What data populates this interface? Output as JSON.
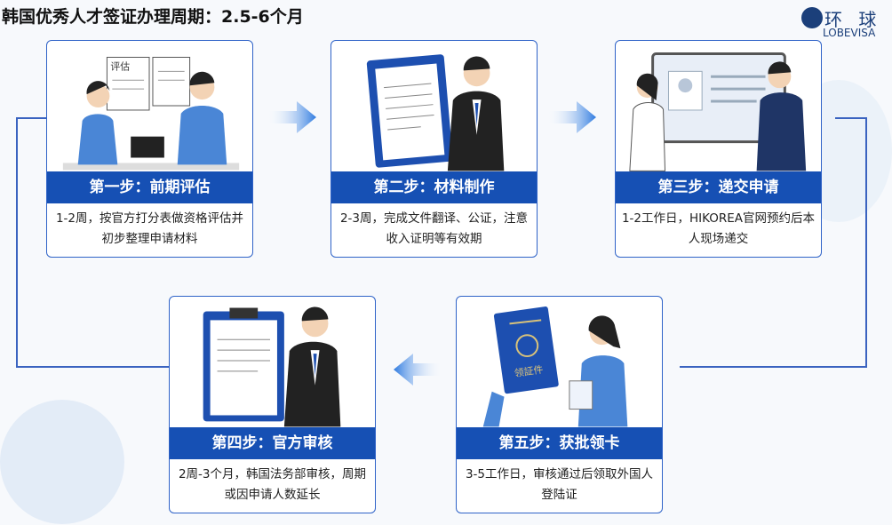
{
  "title": "韩国优秀人才签证办理周期：2.5-6个月",
  "logo": {
    "cn": "环 球",
    "en": "LOBEVISA"
  },
  "steps": [
    {
      "title": "第一步：前期评估",
      "desc": "1-2周，按官方打分表做资格评估并初步整理申请材料",
      "paper_label": "评估"
    },
    {
      "title": "第二步：材料制作",
      "desc": "2-3周，完成文件翻译、公证，注意收入证明等有效期"
    },
    {
      "title": "第三步：递交申请",
      "desc": "1-2工作日，HIKOREA官网预约后本人现场递交"
    },
    {
      "title": "第四步：官方审核",
      "desc": "2周-3个月，韩国法务部审核，周期或因申请人数延长"
    },
    {
      "title": "第五步：获批领卡",
      "desc": "3-5工作日，审核通过后领取外国人登陆证",
      "book_label": "领証件"
    }
  ],
  "colors": {
    "accent": "#1650b4",
    "border": "#2f63c8",
    "arrow": "#4a90e2"
  }
}
